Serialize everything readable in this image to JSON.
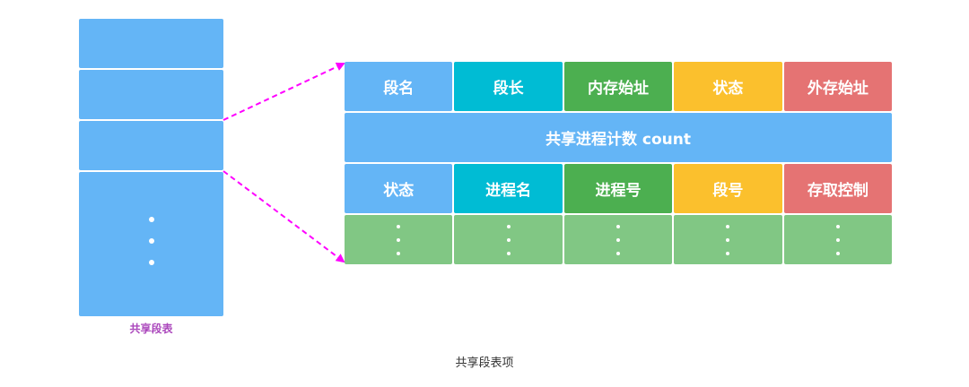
{
  "segment_table": {
    "caption": "共享段表"
  },
  "entry": {
    "header_row": [
      "段名",
      "段长",
      "内存始址",
      "状态",
      "外存始址"
    ],
    "count_row": "共享进程计数 count",
    "process_row": [
      "状态",
      "进程名",
      "进程号",
      "段号",
      "存取控制"
    ]
  },
  "caption": "共享段表项",
  "colors": {
    "blue": "#64b5f6",
    "cyan": "#00bcd4",
    "green": "#4caf50",
    "yellow": "#fbc02d",
    "red": "#e57373",
    "light_green": "#81c784",
    "arrow": "#ff00ff",
    "caption_small": "#ab47bc"
  }
}
